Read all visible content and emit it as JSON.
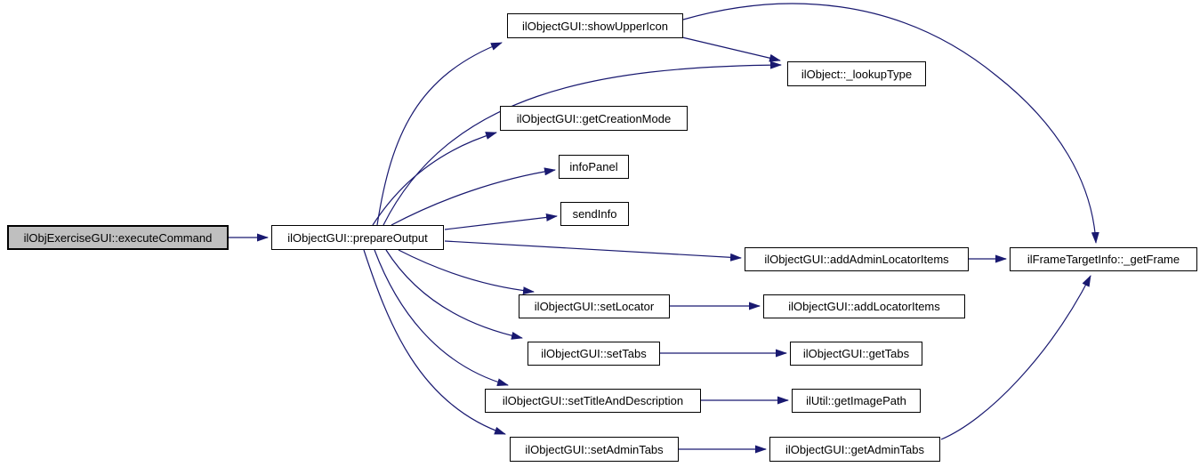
{
  "diagram": {
    "type": "call-graph",
    "background_color": "#ffffff",
    "edge_color": "#191970",
    "node_fill_color": "#ffffff",
    "node_border_color": "#000000",
    "highlighted_node_fill_color": "#bfbfbf"
  },
  "nodes": [
    {
      "id": "executeCommand",
      "label": "ilObjExerciseGUI::executeCommand",
      "highlighted": true
    },
    {
      "id": "prepareOutput",
      "label": "ilObjectGUI::prepareOutput"
    },
    {
      "id": "showUpperIcon",
      "label": "ilObjectGUI::showUpperIcon"
    },
    {
      "id": "lookupType",
      "label": "ilObject::_lookupType"
    },
    {
      "id": "getCreationMode",
      "label": "ilObjectGUI::getCreationMode"
    },
    {
      "id": "infoPanel",
      "label": "infoPanel"
    },
    {
      "id": "sendInfo",
      "label": "sendInfo"
    },
    {
      "id": "addAdminLocatorItems",
      "label": "ilObjectGUI::addAdminLocatorItems"
    },
    {
      "id": "getFrame",
      "label": "ilFrameTargetInfo::_getFrame"
    },
    {
      "id": "setLocator",
      "label": "ilObjectGUI::setLocator"
    },
    {
      "id": "addLocatorItems",
      "label": "ilObjectGUI::addLocatorItems"
    },
    {
      "id": "setTabs",
      "label": "ilObjectGUI::setTabs"
    },
    {
      "id": "getTabs",
      "label": "ilObjectGUI::getTabs"
    },
    {
      "id": "setTitleAndDescription",
      "label": "ilObjectGUI::setTitleAndDescription"
    },
    {
      "id": "getImagePath",
      "label": "ilUtil::getImagePath"
    },
    {
      "id": "setAdminTabs",
      "label": "ilObjectGUI::setAdminTabs"
    },
    {
      "id": "getAdminTabs",
      "label": "ilObjectGUI::getAdminTabs"
    }
  ],
  "edges": [
    {
      "from": "executeCommand",
      "to": "prepareOutput"
    },
    {
      "from": "prepareOutput",
      "to": "showUpperIcon"
    },
    {
      "from": "prepareOutput",
      "to": "lookupType"
    },
    {
      "from": "prepareOutput",
      "to": "getCreationMode"
    },
    {
      "from": "prepareOutput",
      "to": "infoPanel"
    },
    {
      "from": "prepareOutput",
      "to": "sendInfo"
    },
    {
      "from": "prepareOutput",
      "to": "addAdminLocatorItems"
    },
    {
      "from": "prepareOutput",
      "to": "setLocator"
    },
    {
      "from": "prepareOutput",
      "to": "setTabs"
    },
    {
      "from": "prepareOutput",
      "to": "setTitleAndDescription"
    },
    {
      "from": "prepareOutput",
      "to": "setAdminTabs"
    },
    {
      "from": "showUpperIcon",
      "to": "lookupType"
    },
    {
      "from": "showUpperIcon",
      "to": "getFrame"
    },
    {
      "from": "addAdminLocatorItems",
      "to": "getFrame"
    },
    {
      "from": "setLocator",
      "to": "addLocatorItems"
    },
    {
      "from": "setTabs",
      "to": "getTabs"
    },
    {
      "from": "setTitleAndDescription",
      "to": "getImagePath"
    },
    {
      "from": "setAdminTabs",
      "to": "getAdminTabs"
    },
    {
      "from": "getAdminTabs",
      "to": "getFrame"
    }
  ]
}
